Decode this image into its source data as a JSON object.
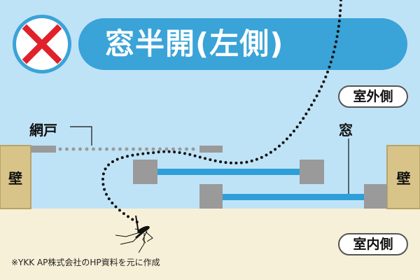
{
  "title": "窓半開(左側)",
  "status_icon": "cross-mark-icon",
  "labels": {
    "screen": "網戸",
    "window": "窓",
    "outside": "室外側",
    "inside": "室内側",
    "wall_left": "壁",
    "wall_right": "壁"
  },
  "footnote": "※YKK AP株式会社のHP資料を元に作成",
  "colors": {
    "outside_bg": "#bfe3f6",
    "inside_bg": "#f7f0d8",
    "title_pill": "#3aa3d8",
    "cross": "#e0202a",
    "frame": "#9a9a9a",
    "glass": "#2e9fd8",
    "wall": "#d8c488"
  }
}
